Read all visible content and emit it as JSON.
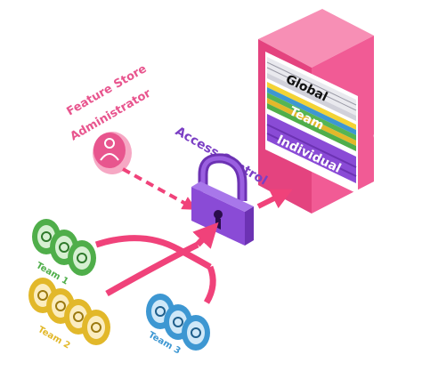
{
  "labels": {
    "admin_line1": "Feature Store",
    "admin_line2": "Administrator",
    "access_control": "Access Control",
    "team1": "Team 1",
    "team2": "Team 2",
    "team3": "Team 3"
  },
  "store": {
    "shelves": [
      "Global",
      "Team",
      "Individual"
    ],
    "logo": "{{"
  },
  "colors": {
    "pink": "#f0427a",
    "admin_pink": "#e8558e",
    "access_purple": "#7b3fc4",
    "lock_purple": "#8a4bd6",
    "team1_green": "#4fae4a",
    "team2_yellow": "#e2b82a",
    "team3_blue": "#3d97d2",
    "server_pink": "#ec4f8c"
  },
  "icons": {
    "admin": "user-icon",
    "lock": "padlock-icon",
    "server": "server-rack-icon"
  }
}
